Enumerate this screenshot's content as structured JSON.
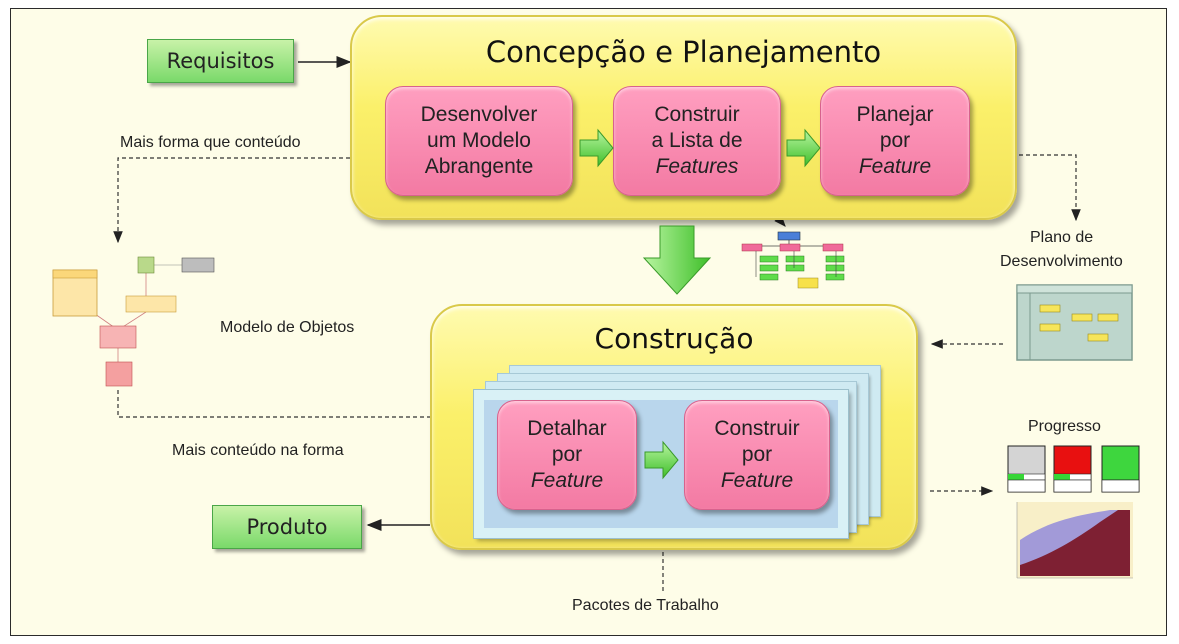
{
  "inputs": {
    "requisitos": "Requisitos"
  },
  "outputs": {
    "produto": "Produto"
  },
  "phase1": {
    "title": "Concepção e Planejamento",
    "steps": [
      [
        "Desenvolver",
        "um Modelo",
        "Abrangente"
      ],
      [
        "Construir",
        "a Lista de",
        "Features"
      ],
      [
        "Planejar",
        "por",
        "Feature"
      ]
    ]
  },
  "phase2": {
    "title": "Construção",
    "steps": [
      [
        "Detalhar",
        "por",
        "Feature"
      ],
      [
        "Construir",
        "por",
        "Feature"
      ]
    ]
  },
  "labels": {
    "mais_forma": "Mais forma que conteúdo",
    "modelo_objetos": "Modelo de Objetos",
    "mais_conteudo": "Mais conteúdo na forma",
    "plano_line1": "Plano de",
    "plano_line2": "Desenvolvimento",
    "progresso": "Progresso",
    "pacotes": "Pacotes de Trabalho"
  },
  "colors": {
    "phase_fill": "#fbf06a",
    "step_fill": "#f37aa3",
    "arrow_green": "#6ed84a",
    "input_box": "#7ad96a"
  }
}
